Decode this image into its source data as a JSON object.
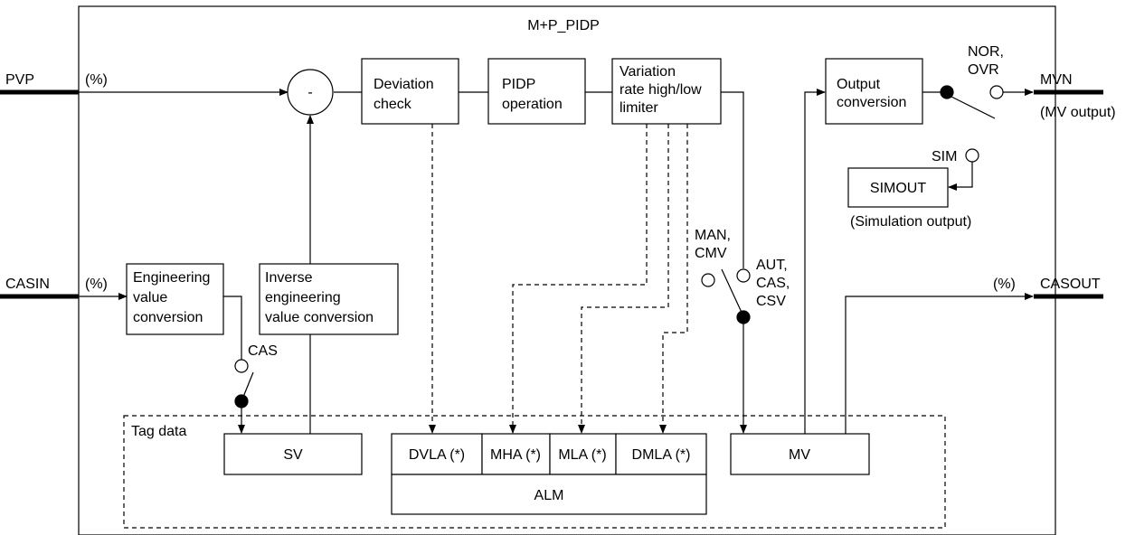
{
  "block_title": "M+P_PIDP",
  "inputs": {
    "pvp": "PVP",
    "casin": "CASIN",
    "pvp_unit": "(%)",
    "casin_unit": "(%)"
  },
  "outputs": {
    "mvn": "MVN",
    "mvn_desc": "(MV output)",
    "casout": "CASOUT",
    "casout_unit": "(%)"
  },
  "subtract_symbol": "-",
  "blocks": {
    "deviation_check": [
      "Deviation",
      "check"
    ],
    "pidp_operation": [
      "PIDP",
      "operation"
    ],
    "variation_limiter": [
      "Variation",
      "rate high/low",
      "limiter"
    ],
    "output_conversion": [
      "Output",
      "conversion"
    ],
    "engineering_conversion": [
      "Engineering",
      "value",
      "conversion"
    ],
    "inverse_conversion": [
      "Inverse",
      "engineering",
      "value conversion"
    ],
    "simout": "SIMOUT",
    "simout_desc": "(Simulation output)"
  },
  "switch_labels": {
    "nor_ovr": [
      "NOR,",
      "OVR"
    ],
    "sim": "SIM",
    "man_cmv": [
      "MAN,",
      "CMV"
    ],
    "aut_cas_csv": [
      "AUT,",
      "CAS,",
      "CSV"
    ],
    "cas": "CAS"
  },
  "tag_data": {
    "label": "Tag data",
    "sv": "SV",
    "mv": "MV",
    "alarms": [
      "DVLA (*)",
      "MHA (*)",
      "MLA (*)",
      "DMLA (*)"
    ],
    "alm": "ALM"
  }
}
